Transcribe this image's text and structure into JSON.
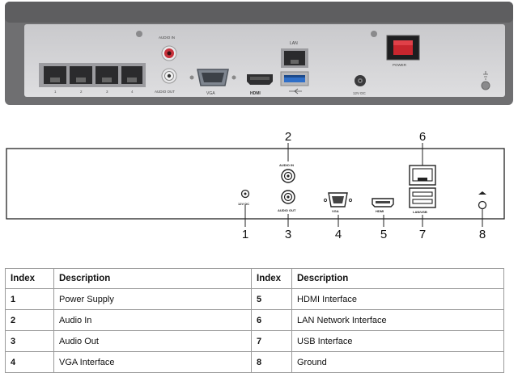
{
  "photo": {
    "audio_in_label": "AUDIO IN",
    "audio_out_label": "AUDIO OUT",
    "vga_label": "VGA",
    "hdmi_label": "HDMI",
    "lan_label": "LAN",
    "power_label": "POWER",
    "dc_label": "12V DC",
    "lan_port_numbers": [
      "1",
      "2",
      "3",
      "4"
    ]
  },
  "diagram": {
    "dc_label": "12V DC",
    "audio_in_label": "AUDIO IN",
    "audio_out_label": "AUDIO OUT",
    "vga_label": "VGA",
    "hdmi_label": "HDMI",
    "lan_usb_label": "LAN/USB",
    "callouts": [
      "1",
      "2",
      "3",
      "4",
      "5",
      "6",
      "7",
      "8"
    ]
  },
  "table": {
    "headers": [
      "Index",
      "Description",
      "Index",
      "Description"
    ],
    "rows": [
      [
        "1",
        "Power Supply",
        "5",
        "HDMI Interface"
      ],
      [
        "2",
        "Audio In",
        "6",
        "LAN Network Interface"
      ],
      [
        "3",
        "Audio Out",
        "7",
        "USB Interface"
      ],
      [
        "4",
        "VGA Interface",
        "8",
        "Ground"
      ]
    ]
  },
  "colors": {
    "chassis": "#6f6f71",
    "panel": "#d4d4d6",
    "audio_in_jack": "#c8323c",
    "usb_blue": "#2f6fc8"
  }
}
